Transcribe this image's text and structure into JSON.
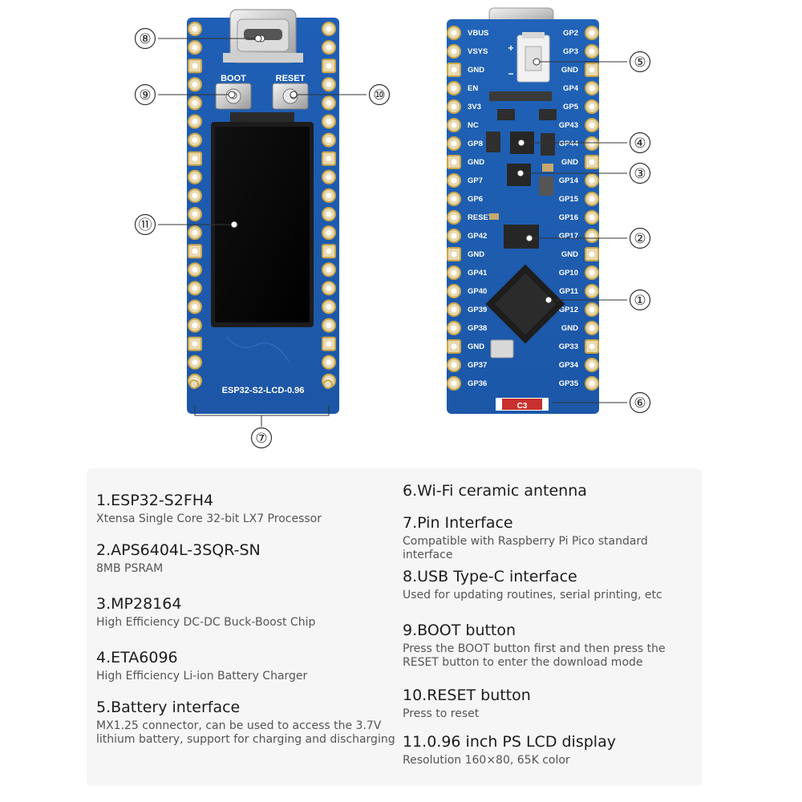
{
  "board": {
    "name_silkscreen": "ESP32-S2-LCD-0.96",
    "front_labels": {
      "boot": "BOOT",
      "reset": "RESET"
    },
    "back_left_pins": [
      "VBUS",
      "VSYS",
      "GND",
      "EN",
      "3V3",
      "NC",
      "GP8",
      "GND",
      "GP7",
      "GP6",
      "RESET",
      "GP42",
      "GND",
      "GP41",
      "GP40",
      "GP39",
      "GP38",
      "GND",
      "GP37",
      "GP36"
    ],
    "back_right_pins": [
      "GP2",
      "GP3",
      "GND",
      "GP4",
      "GP5",
      "GP43",
      "GP44",
      "GND",
      "GP14",
      "GP15",
      "GP16",
      "GP17",
      "GND",
      "GP10",
      "GP11",
      "GP12",
      "GND",
      "GP33",
      "GP34",
      "GP35"
    ],
    "battery_marks": {
      "plus": "+",
      "minus": "−"
    },
    "antenna_mark": "C3"
  },
  "callouts": [
    "①",
    "②",
    "③",
    "④",
    "⑤",
    "⑥",
    "⑦",
    "⑧",
    "⑨",
    "⑩",
    "⑪"
  ],
  "legend": {
    "left": [
      {
        "title": "1.ESP32-S2FH4",
        "desc": "Xtensa Single Core 32-bit LX7 Processor"
      },
      {
        "title": "2.APS6404L-3SQR-SN",
        "desc": "8MB PSRAM"
      },
      {
        "title": "3.MP28164",
        "desc": "High Efficiency DC-DC Buck-Boost Chip"
      },
      {
        "title": "4.ETA6096",
        "desc": "High Efficiency Li-ion Battery Charger"
      },
      {
        "title": "5.Battery interface",
        "desc": "MX1.25 connector, can be used to access the 3.7V lithium battery, support for charging and discharging"
      }
    ],
    "right": [
      {
        "title": "6.Wi-Fi ceramic antenna",
        "desc": ""
      },
      {
        "title": "7.Pin Interface",
        "desc": "Compatible with Raspberry Pi Pico standard interface"
      },
      {
        "title": "8.USB Type-C interface",
        "desc": "Used for updating routines, serial printing, etc"
      },
      {
        "title": "9.BOOT button",
        "desc": "Press the BOOT button first and then press the RESET button to enter the download mode"
      },
      {
        "title": "10.RESET button",
        "desc": "Press to reset"
      },
      {
        "title": "11.0.96 inch PS LCD display",
        "desc": "Resolution 160×80, 65K color"
      }
    ]
  }
}
